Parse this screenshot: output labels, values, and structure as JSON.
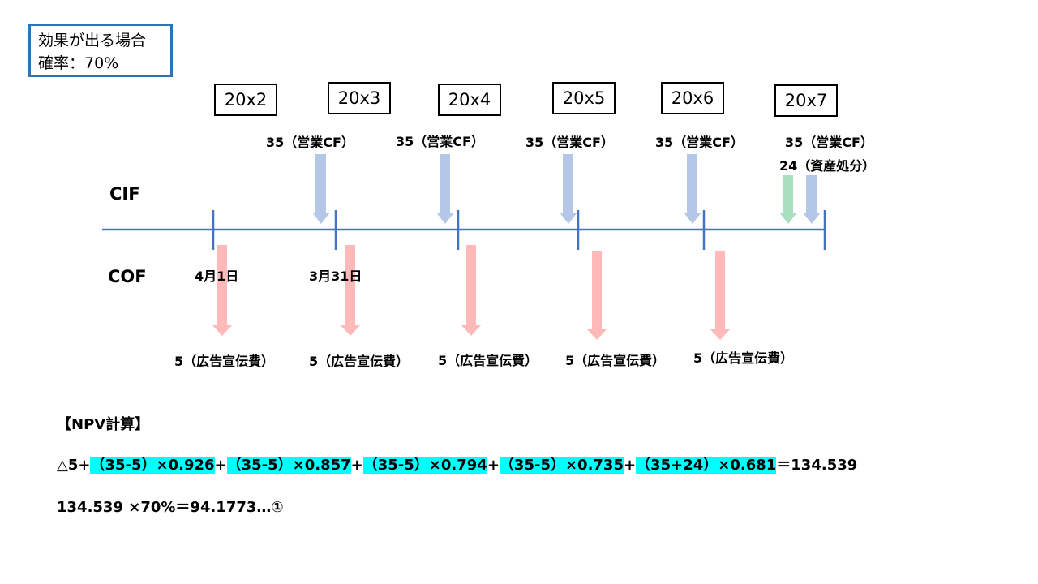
{
  "probability_box": {
    "line1": "効果が出る場合",
    "line2": "確率：70%"
  },
  "years": [
    "20x2",
    "20x3",
    "20x4",
    "20x5",
    "20x6",
    "20x7"
  ],
  "cif_label": "CIF",
  "cof_label": "COF",
  "cif_labels": [
    "35（営業CF）",
    "35（営業CF）",
    "35（営業CF）",
    "35（営業CF）",
    "35（営業CF）"
  ],
  "asset_disposal_label": "24（資産処分）",
  "cof_labels": [
    "5（広告宣伝費）",
    "5（広告宣伝費）",
    "5（広告宣伝費）",
    "5（広告宣伝費）",
    "5（広告宣伝費）"
  ],
  "date_labels": [
    "4月1日",
    "3月31日"
  ],
  "colors": {
    "timeline": "#4472c4",
    "cif_arrow": "#b4c7e7",
    "cof_arrow": "#ffb9b9",
    "disposal_arrow": "#a9dfbf",
    "highlight": "#00ffff",
    "box_border": "#2e74b5"
  },
  "npv": {
    "heading": "【NPV計算】",
    "prefix": "△5+",
    "terms": [
      "（35-5）×0.926",
      "（35-5）×0.857",
      "（35-5）×0.794",
      "（35-5）×0.735",
      "（35+24）×0.681"
    ],
    "plus": "+",
    "result": "＝134.539",
    "second_line": "134.539 ×70%＝94.1773…①"
  }
}
